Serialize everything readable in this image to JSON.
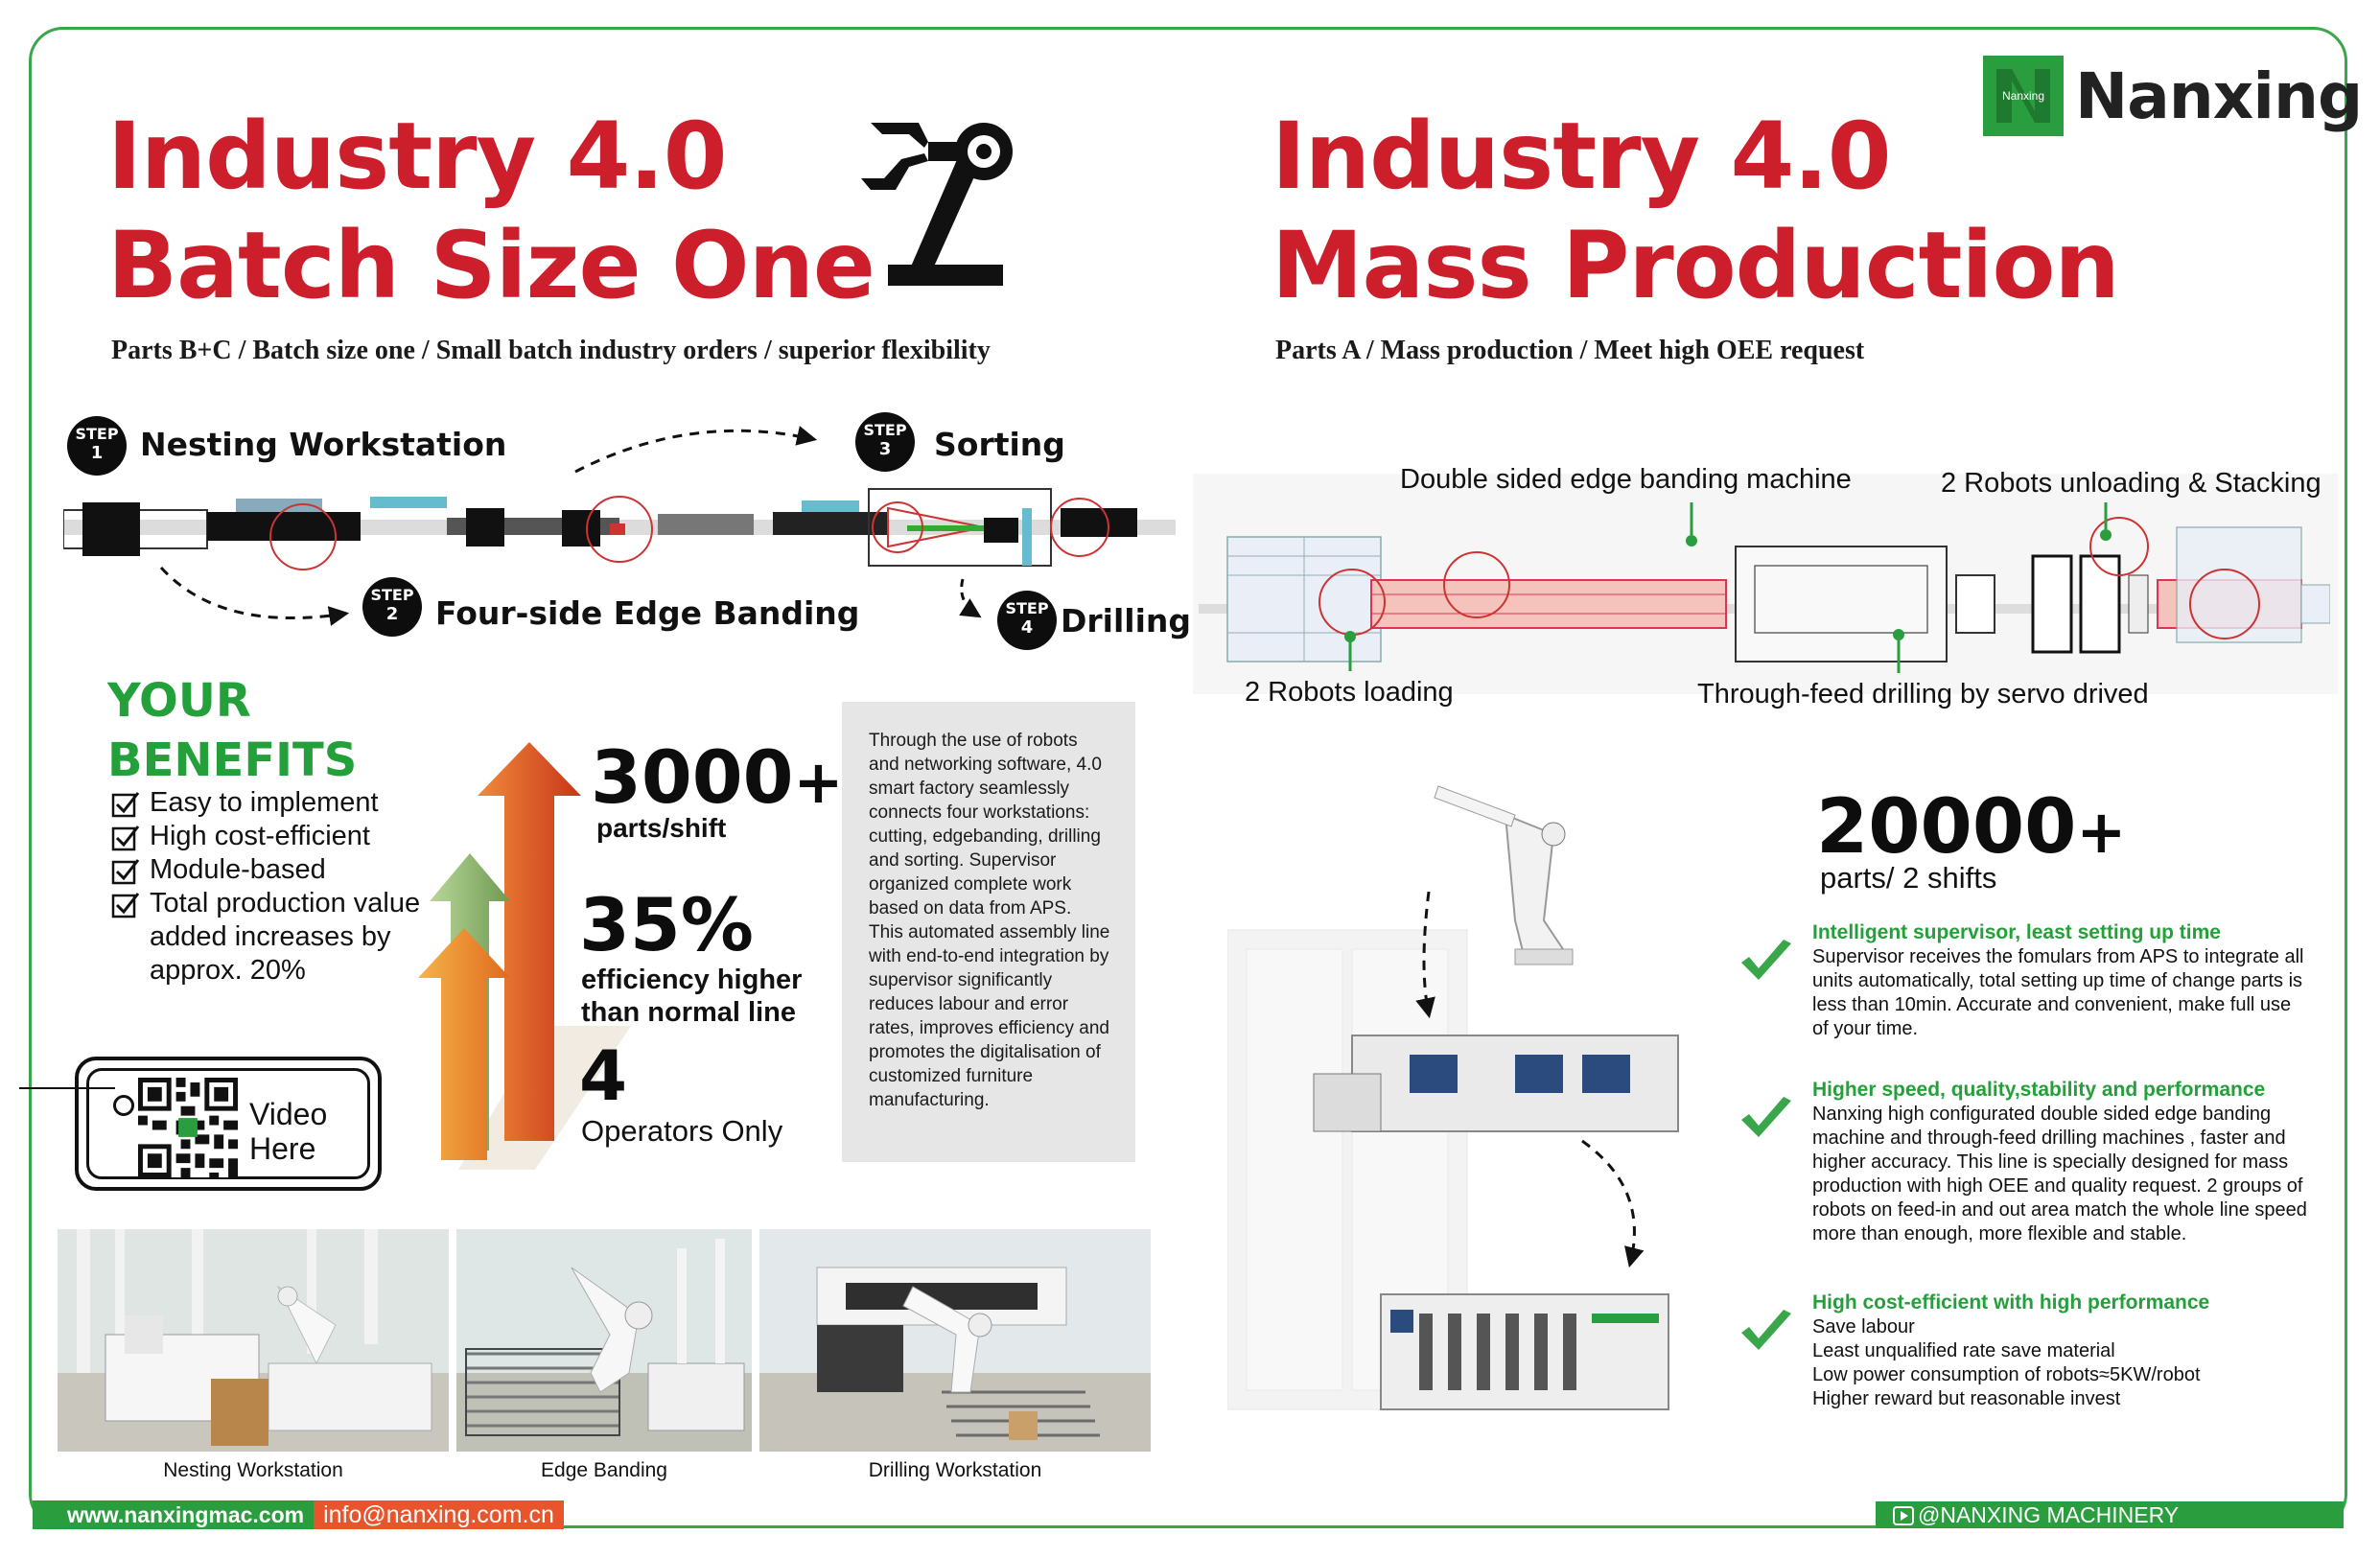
{
  "brand": {
    "name": "Nanxing",
    "logo_mark_text": "Nanxing",
    "green": "#2a9d3f",
    "red": "#cc1f2b",
    "orange": "#e8542b"
  },
  "left": {
    "title_line1": "Industry 4.0",
    "title_line2": "Batch Size One",
    "subtitle": "Parts B+C / Batch size one / Small batch industry orders / superior flexibility",
    "steps": [
      {
        "word": "STEP",
        "num": "1",
        "label": "Nesting Workstation"
      },
      {
        "word": "STEP",
        "num": "2",
        "label": "Four-side Edge Banding"
      },
      {
        "word": "STEP",
        "num": "3",
        "label": "Sorting"
      },
      {
        "word": "STEP",
        "num": "4",
        "label": "Drilling"
      }
    ],
    "benefits": {
      "title_line1": "YOUR",
      "title_line2": "BENEFITS",
      "items": [
        "Easy to implement",
        "High cost-efficient",
        "Module-based",
        "Total production value added increases by approx. 20%"
      ]
    },
    "stats": {
      "parts_value": "3000",
      "parts_plus": "+",
      "parts_label": "parts/shift",
      "efficiency_value": "35%",
      "efficiency_label_line1": "efficiency higher",
      "efficiency_label_line2": "than normal line",
      "operators_value": "4",
      "operators_label": "Operators Only"
    },
    "description": "Through the use of robots and networking software, 4.0 smart factory seamlessly connects four workstations: cutting, edgebanding, drilling and sorting. Supervisor organized complete work based on data from APS. This automated assembly line with end-to-end integration by supervisor significantly reduces labour and error rates, improves efficiency and promotes the digitalisation of customized furniture manufacturing.",
    "video": {
      "line1": "Video",
      "line2": "Here"
    },
    "photos": [
      {
        "caption": "Nesting Workstation"
      },
      {
        "caption": "Edge Banding"
      },
      {
        "caption": "Drilling Workstation"
      }
    ]
  },
  "right": {
    "title_line1": "Industry 4.0",
    "title_line2": "Mass Production",
    "subtitle": "Parts A / Mass production / Meet high OEE request",
    "callouts": {
      "edge_banding": "Double sided edge banding machine",
      "unloading": "2 Robots unloading & Stacking",
      "loading": "2 Robots loading",
      "drilling": "Through-feed drilling by servo drived"
    },
    "stats": {
      "parts_value": "20000",
      "parts_plus": "+",
      "parts_label": "parts/ 2 shifts"
    },
    "features": [
      {
        "head": "Intelligent supervisor, least setting up time",
        "body": "Supervisor receives the fomulars from APS to integrate all units automatically, total setting up time of change parts is less than 10min. Accurate and convenient, make full use of your time."
      },
      {
        "head": "Higher speed, quality,stability and performance",
        "body": "Nanxing high configurated double sided edge banding machine and through-feed drilling machines , faster and higher accuracy. This line is specially designed for mass production with high OEE and quality request. 2 groups of robots on feed-in and out area match the whole line speed more than enough, more flexible and stable."
      },
      {
        "head": "High cost-efficient with high performance",
        "lines": [
          "Save labour",
          "Least unqualified rate save material",
          "Low power consumption of robots≈5KW/robot",
          "Higher reward but reasonable invest"
        ]
      }
    ]
  },
  "footer": {
    "website": "www.nanxingmac.com",
    "email": "info@nanxing.com.cn",
    "social": "@NANXING MACHINERY"
  }
}
